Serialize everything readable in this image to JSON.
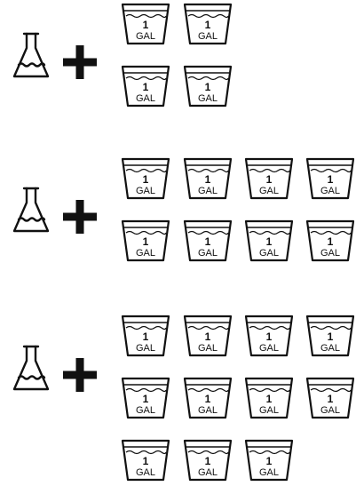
{
  "groups": [
    {
      "flask_icon": "flask-icon",
      "operator": "+",
      "buckets": [
        {
          "qty": "1",
          "unit": "GAL"
        },
        {
          "qty": "1",
          "unit": "GAL"
        },
        {
          "qty": "1",
          "unit": "GAL"
        },
        {
          "qty": "1",
          "unit": "GAL"
        }
      ]
    },
    {
      "flask_icon": "flask-icon",
      "operator": "+",
      "buckets": [
        {
          "qty": "1",
          "unit": "GAL"
        },
        {
          "qty": "1",
          "unit": "GAL"
        },
        {
          "qty": "1",
          "unit": "GAL"
        },
        {
          "qty": "1",
          "unit": "GAL"
        },
        {
          "qty": "1",
          "unit": "GAL"
        },
        {
          "qty": "1",
          "unit": "GAL"
        },
        {
          "qty": "1",
          "unit": "GAL"
        },
        {
          "qty": "1",
          "unit": "GAL"
        }
      ]
    },
    {
      "flask_icon": "flask-icon",
      "operator": "+",
      "buckets": [
        {
          "qty": "1",
          "unit": "GAL"
        },
        {
          "qty": "1",
          "unit": "GAL"
        },
        {
          "qty": "1",
          "unit": "GAL"
        },
        {
          "qty": "1",
          "unit": "GAL"
        },
        {
          "qty": "1",
          "unit": "GAL"
        },
        {
          "qty": "1",
          "unit": "GAL"
        },
        {
          "qty": "1",
          "unit": "GAL"
        },
        {
          "qty": "1",
          "unit": "GAL"
        },
        {
          "qty": "1",
          "unit": "GAL"
        },
        {
          "qty": "1",
          "unit": "GAL"
        },
        {
          "qty": "1",
          "unit": "GAL"
        }
      ]
    }
  ],
  "colors": {
    "ink": "#111111",
    "background": "#ffffff"
  }
}
